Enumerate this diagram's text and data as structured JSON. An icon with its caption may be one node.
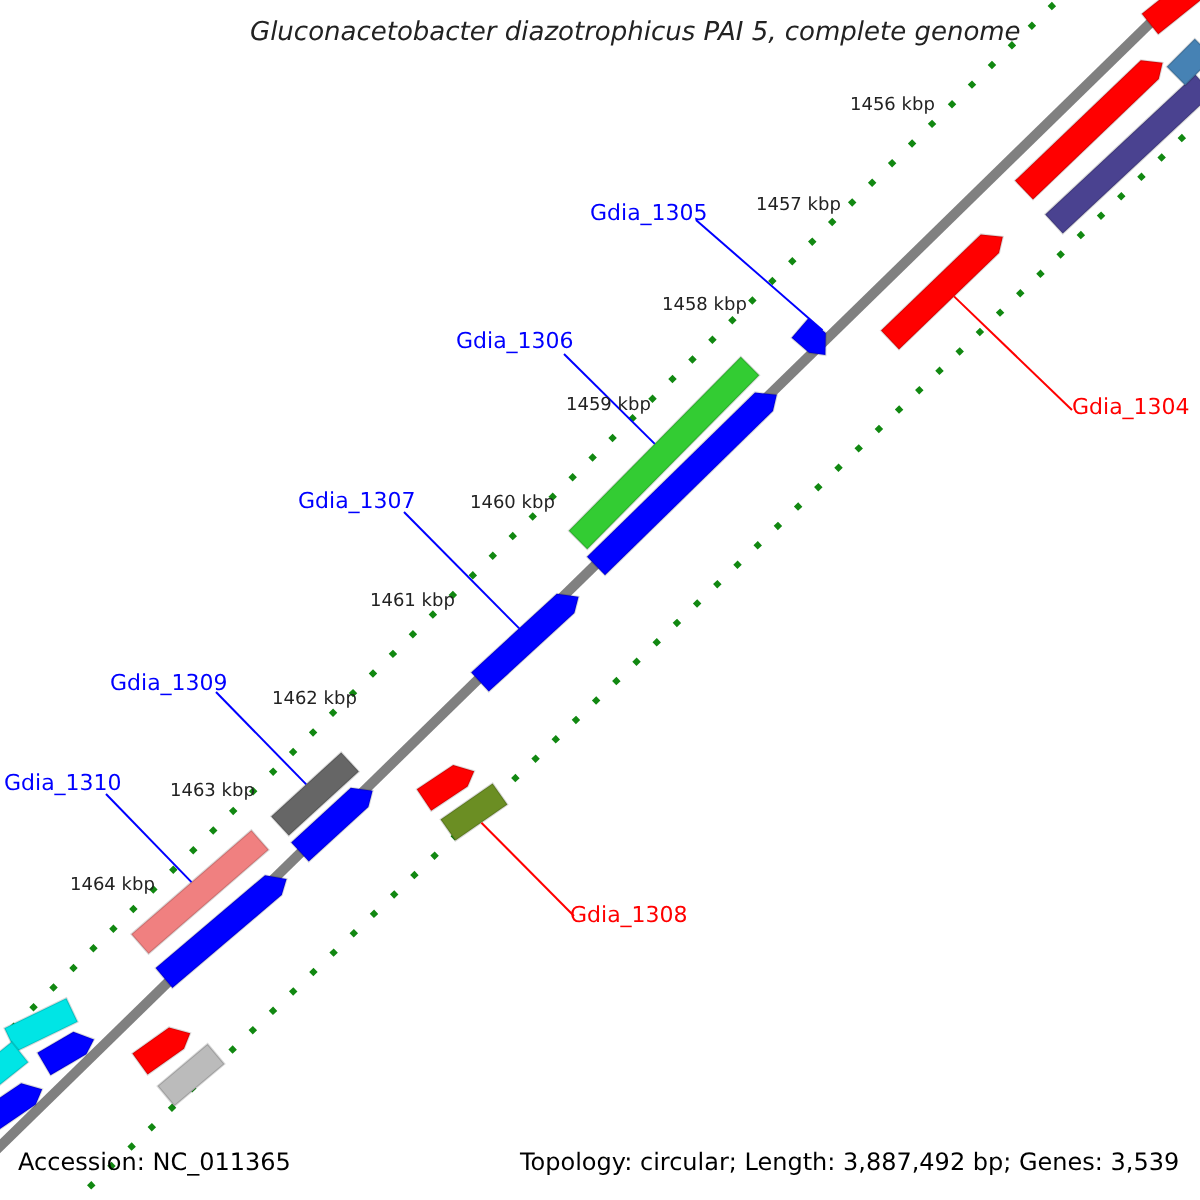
{
  "diagram": {
    "title": "Gluconacetobacter diazotrophicus PAI 5, complete genome",
    "nodes": [
      {
        "text": [
          "Gdia_1305"
        ]
      },
      {
        "text": [
          "Gdia_1306"
        ]
      },
      {
        "text": [
          "Gdia_1304"
        ]
      },
      {
        "text": [
          "Gdia_1307"
        ]
      },
      {
        "text": [
          "Gdia_1309"
        ]
      },
      {
        "text": [
          "Gdia_1310"
        ]
      },
      {
        "text": [
          "Gdia_1308"
        ]
      },
      {
        "text": [],
        "shape": "bar"
      },
      {
        "text": [],
        "shape": "bar"
      },
      {
        "text": [],
        "shape": "bar"
      },
      {
        "text": [],
        "shape": "bar"
      },
      {
        "text": [],
        "shape": "bar"
      },
      {
        "text": [],
        "shape": "bar"
      },
      {
        "text": [],
        "shape": "bar"
      },
      {
        "text": [],
        "shape": "bar"
      },
      {
        "text": [],
        "shape": "bar"
      },
      {
        "text": [],
        "shape": "bar"
      },
      {
        "text": [],
        "shape": "bar"
      },
      {
        "text": [],
        "shape": "bar"
      },
      {
        "text": [],
        "shape": "bar"
      },
      {
        "text": [],
        "shape": "bar"
      },
      {
        "text": [],
        "shape": "bar"
      },
      {
        "text": [],
        "shape": "bar"
      },
      {
        "text": [],
        "shape": "bar"
      },
      {
        "text": [],
        "shape": "bar"
      },
      {
        "text": [],
        "shape": "bar"
      },
      {
        "text": [],
        "shape": "bar"
      },
      {
        "text": [],
        "shape": "bar"
      }
    ],
    "edges": [
      {
        "from": 0,
        "to": 12,
        "arrow": "none"
      },
      {
        "from": 1,
        "to": 13,
        "arrow": "none"
      },
      {
        "from": 2,
        "to": 11,
        "arrow": "none",
        "color": "#ff0000"
      },
      {
        "from": 3,
        "to": 15,
        "arrow": "none"
      },
      {
        "from": 4,
        "to": 17,
        "arrow": "none"
      },
      {
        "from": 5,
        "to": 20,
        "arrow": "none"
      },
      {
        "from": 6,
        "to": 18,
        "arrow": "none",
        "color": "#ff0000"
      }
    ],
    "labels": [
      "1456 kbp",
      "1457 kbp",
      "1458 kbp",
      "1459 kbp",
      "1460 kbp",
      "1461 kbp",
      "1462 kbp",
      "1463 kbp",
      "1464 kbp",
      "Accession: NC_011365",
      "Topology: circular; Length: 3,887,492 bp; Genes: 3,539"
    ]
  }
}
